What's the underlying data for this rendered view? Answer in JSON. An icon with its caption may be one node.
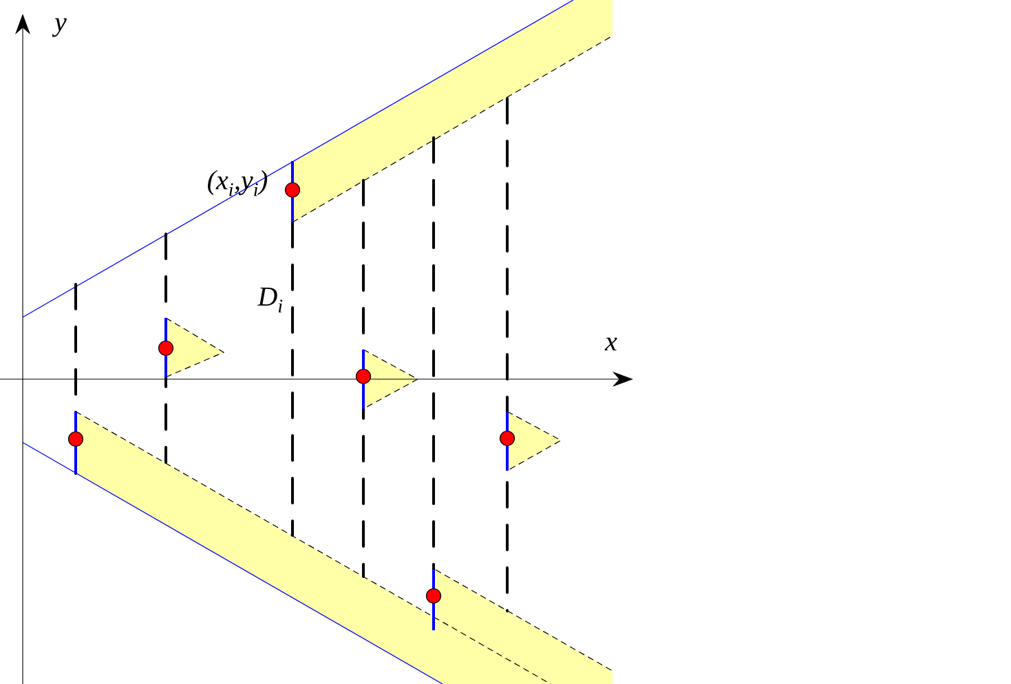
{
  "diagram": {
    "labels": [
      "y",
      "x",
      "(x$_{i}$,y$_{i}$)",
      "D$_{i}$"
    ]
  }
}
